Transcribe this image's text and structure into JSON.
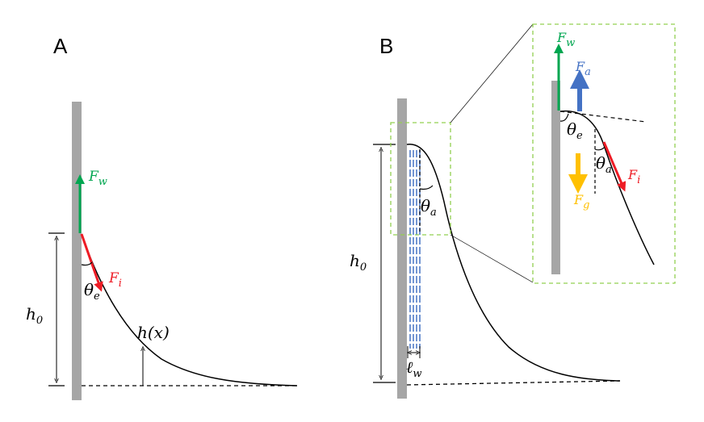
{
  "panels": {
    "a": {
      "label": "A",
      "force_wall": "F",
      "force_wall_sub": "w",
      "force_interface": "F",
      "force_interface_sub": "i",
      "angle": "θ",
      "angle_sub": "e",
      "height": "h",
      "height_sub": "0",
      "profile": "h(x)"
    },
    "b": {
      "label": "B",
      "angle": "θ",
      "angle_sub": "a",
      "height": "h",
      "height_sub": "0",
      "width": "ℓ",
      "width_sub": "w",
      "inset": {
        "force_wall": "F",
        "force_wall_sub": "w",
        "force_adhesion": "F",
        "force_adhesion_sub": "a",
        "angle_e": "θ",
        "angle_e_sub": "e",
        "angle_a": "θ",
        "angle_a_sub": "a",
        "force_gravity": "F",
        "force_gravity_sub": "g",
        "force_interface": "F",
        "force_interface_sub": "i"
      }
    }
  },
  "colors": {
    "wall": "#a6a6a6",
    "green": "#00a650",
    "red": "#ee1c25",
    "blue": "#4472c4",
    "orange": "#ffc000",
    "inset_border": "#92d050"
  }
}
